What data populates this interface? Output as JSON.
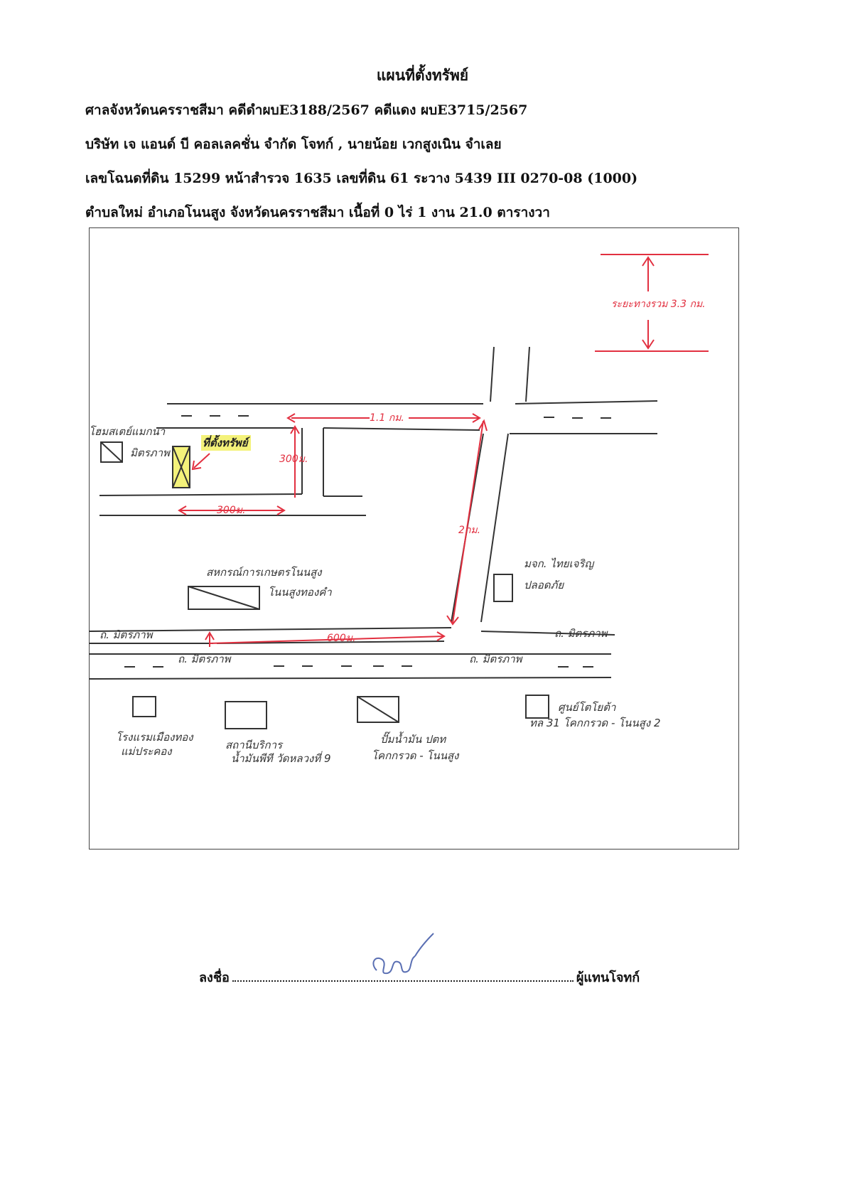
{
  "document": {
    "title": "แผนที่ตั้งทรัพย์",
    "line1": "ศาลจังหวัดนครราชสีมา  คดีดำผบE3188/2567  คดีแดง ผบE3715/2567",
    "line2": "บริษัท เจ แอนด์ บี คอลเลคชั่น จำกัด  โจทก์  , นายน้อย เวกสูงเนิน จำเลย",
    "line3": "เลขโฉนดที่ดิน 15299 หน้าสำรวจ 1635 เลขที่ดิน 61 ระวาง 5439 III 0270-08 (1000)",
    "line4": "ตำบลใหม่ อำเภอโนนสูง จังหวัดนครราชสีมา เนื้อที่ 0 ไร่ 1 งาน 21.0 ตารางวา"
  },
  "map": {
    "scale_label": "ระยะทางรวม 3.3 กม.",
    "distance_1": "1.1 กม.",
    "distance_2": "2กม.",
    "distance_3": "600ม.",
    "distance_4": "300ม.",
    "distance_5": "300ม.",
    "target_label": "ที่ตั้งทรัพย์",
    "place_resort": "โฮมสเตย์แมกนา",
    "place_resort2": "มิตรภาพ",
    "place_hospital": "สหกรณ์การเกษตรโนนสูง",
    "place_hospital2": "โนนสูงทองคำ",
    "place_school": "มจก. ไทยเจริญ",
    "place_school2": "ปลอดภัย",
    "road_left": "ถ. มิตรภาพ",
    "road_right": "ถ. มิตรภาพ",
    "road_mid": "ถ. มิตรภาพ",
    "road_mid2": "ถ. มิตรภาพ",
    "bottom_1": "โรงแรมเมืองทอง",
    "bottom_1b": "แม่ประคอง",
    "bottom_2": "สถานีบริการ",
    "bottom_2b": "น้ำมันพีที วัดหลวงที่ 9",
    "bottom_3": "ปั๊มน้ำมัน ปตท",
    "bottom_3b": "โคกกรวด - โนนสูง",
    "bottom_4": "ศูนย์โตโยต้า",
    "bottom_4b": "ทล 31 โคกกรวด - โนนสูง 2"
  },
  "signature": {
    "label": "ลงชื่อ",
    "role": "ผู้แทนโจทก์"
  },
  "colors": {
    "red": "#e23040",
    "highlight": "#f4f27a",
    "ink": "#333333"
  }
}
